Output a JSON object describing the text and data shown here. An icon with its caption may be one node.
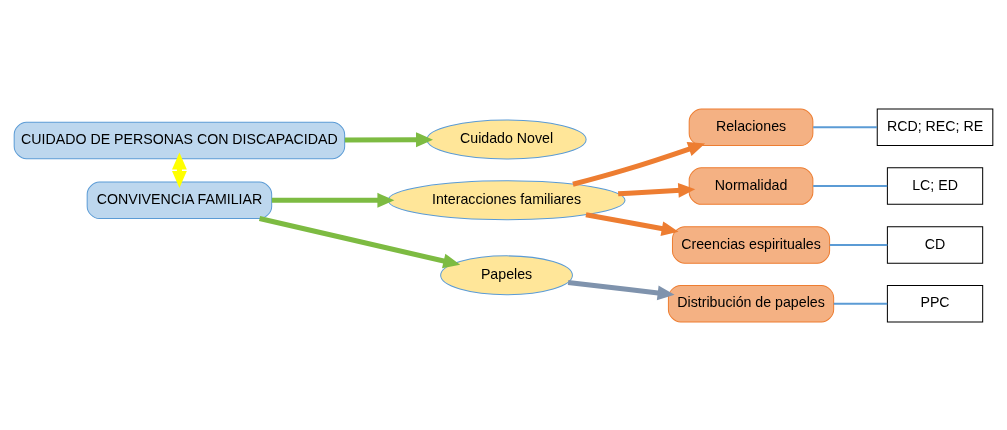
{
  "diagram": {
    "nodes": [
      {
        "text": [
          "CUIDADO DE PERSONAS CON DISCAPACIDAD"
        ]
      },
      {
        "text": [
          "Cuidado Novel"
        ]
      },
      {
        "text": [
          "CONVIVENCIA FAMILIAR"
        ]
      },
      {
        "text": [
          "Interacciones familiares"
        ]
      },
      {
        "text": [
          "Papeles"
        ]
      },
      {
        "text": [
          "Relaciones"
        ]
      },
      {
        "text": [
          "Normalidad"
        ]
      },
      {
        "text": [
          "Creencias espirituales"
        ]
      },
      {
        "text": [
          "Distribución de papeles"
        ]
      },
      {
        "text": [
          "RCD; REC; RE"
        ]
      },
      {
        "text": [
          "LC; ED"
        ]
      },
      {
        "text": [
          "CD"
        ]
      },
      {
        "text": [
          "PPC"
        ]
      }
    ],
    "edges": [
      {
        "from": 0,
        "to": 1,
        "arrow": "to",
        "color": "#7dbb42"
      },
      {
        "from": 0,
        "to": 2,
        "arrow": "both",
        "color": "#ffff00"
      },
      {
        "from": 2,
        "to": 3,
        "arrow": "to",
        "color": "#7dbb42"
      },
      {
        "from": 2,
        "to": 4,
        "arrow": "to",
        "color": "#7dbb42"
      },
      {
        "from": 3,
        "to": 5,
        "arrow": "to",
        "color": "#ed7d31"
      },
      {
        "from": 3,
        "to": 6,
        "arrow": "to",
        "color": "#ed7d31"
      },
      {
        "from": 3,
        "to": 7,
        "arrow": "to",
        "color": "#ed7d31"
      },
      {
        "from": 4,
        "to": 8,
        "arrow": "to",
        "color": "#7f93ad"
      },
      {
        "from": 5,
        "to": 9,
        "arrow": "none",
        "color": "#5b9bd5"
      },
      {
        "from": 6,
        "to": 10,
        "arrow": "none",
        "color": "#5b9bd5"
      },
      {
        "from": 7,
        "to": 11,
        "arrow": "none",
        "color": "#5b9bd5"
      },
      {
        "from": 8,
        "to": 12,
        "arrow": "none",
        "color": "#5b9bd5"
      }
    ]
  }
}
